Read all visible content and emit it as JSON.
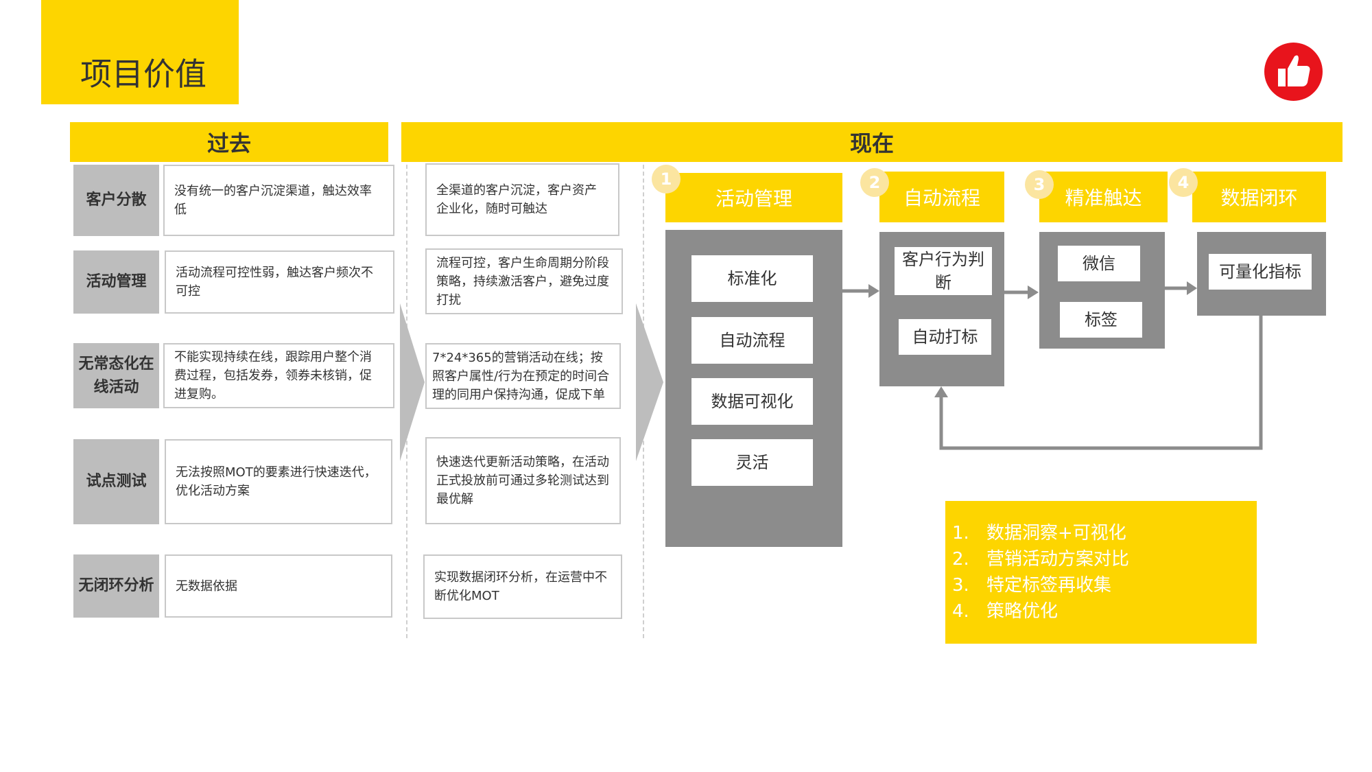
{
  "page_title": "项目价值",
  "past_header": "过去",
  "now_header": "现在",
  "rows": [
    {
      "label": "客户分散",
      "past": "没有统一的客户沉淀渠道，触达效率低",
      "now": "全渠道的客户沉淀，客户资产企业化，随时可触达"
    },
    {
      "label": "活动管理",
      "past": "活动流程可控性弱，触达客户频次不可控",
      "now": "流程可控，客户生命周期分阶段策略，持续激活客户，避免过度打扰"
    },
    {
      "label": "无常态化在线活动",
      "past": "不能实现持续在线，跟踪用户整个消费过程，包括发券，领券未核销，促进复购。",
      "now": "7*24*365的营销活动在线；按照客户属性/行为在预定的时间合理的同用户保持沟通，促成下单"
    },
    {
      "label": "试点测试",
      "past": "无法按照MOT的要素进行快速迭代，优化活动方案",
      "now": "快速迭代更新活动策略，在活动正式投放前可通过多轮测试达到最优解"
    },
    {
      "label": "无闭环分析",
      "past": "无数据依据",
      "now": "实现数据闭环分析，在运营中不断优化MOT"
    }
  ],
  "steps": [
    {
      "num": "1",
      "title": "活动管理",
      "items": [
        "标准化",
        "自动流程",
        "数据可视化",
        "灵活"
      ]
    },
    {
      "num": "2",
      "title": "自动流程",
      "items": [
        "客户行为判断",
        "自动打标"
      ]
    },
    {
      "num": "3",
      "title": "精准触达",
      "items": [
        "微信",
        "标签"
      ]
    },
    {
      "num": "4",
      "title": "数据闭环",
      "items": [
        "可量化指标"
      ]
    }
  ],
  "notes": [
    {
      "num": "1.",
      "text": "数据洞察+可视化"
    },
    {
      "num": "2.",
      "text": "营销活动方案对比"
    },
    {
      "num": "3.",
      "text": "特定标签再收集"
    },
    {
      "num": "4.",
      "text": "策略优化"
    }
  ],
  "colors": {
    "accent": "#FDD500",
    "gray": "#8C8C8C",
    "thumb": "#E8141C"
  },
  "icon": "thumbs-up-icon"
}
